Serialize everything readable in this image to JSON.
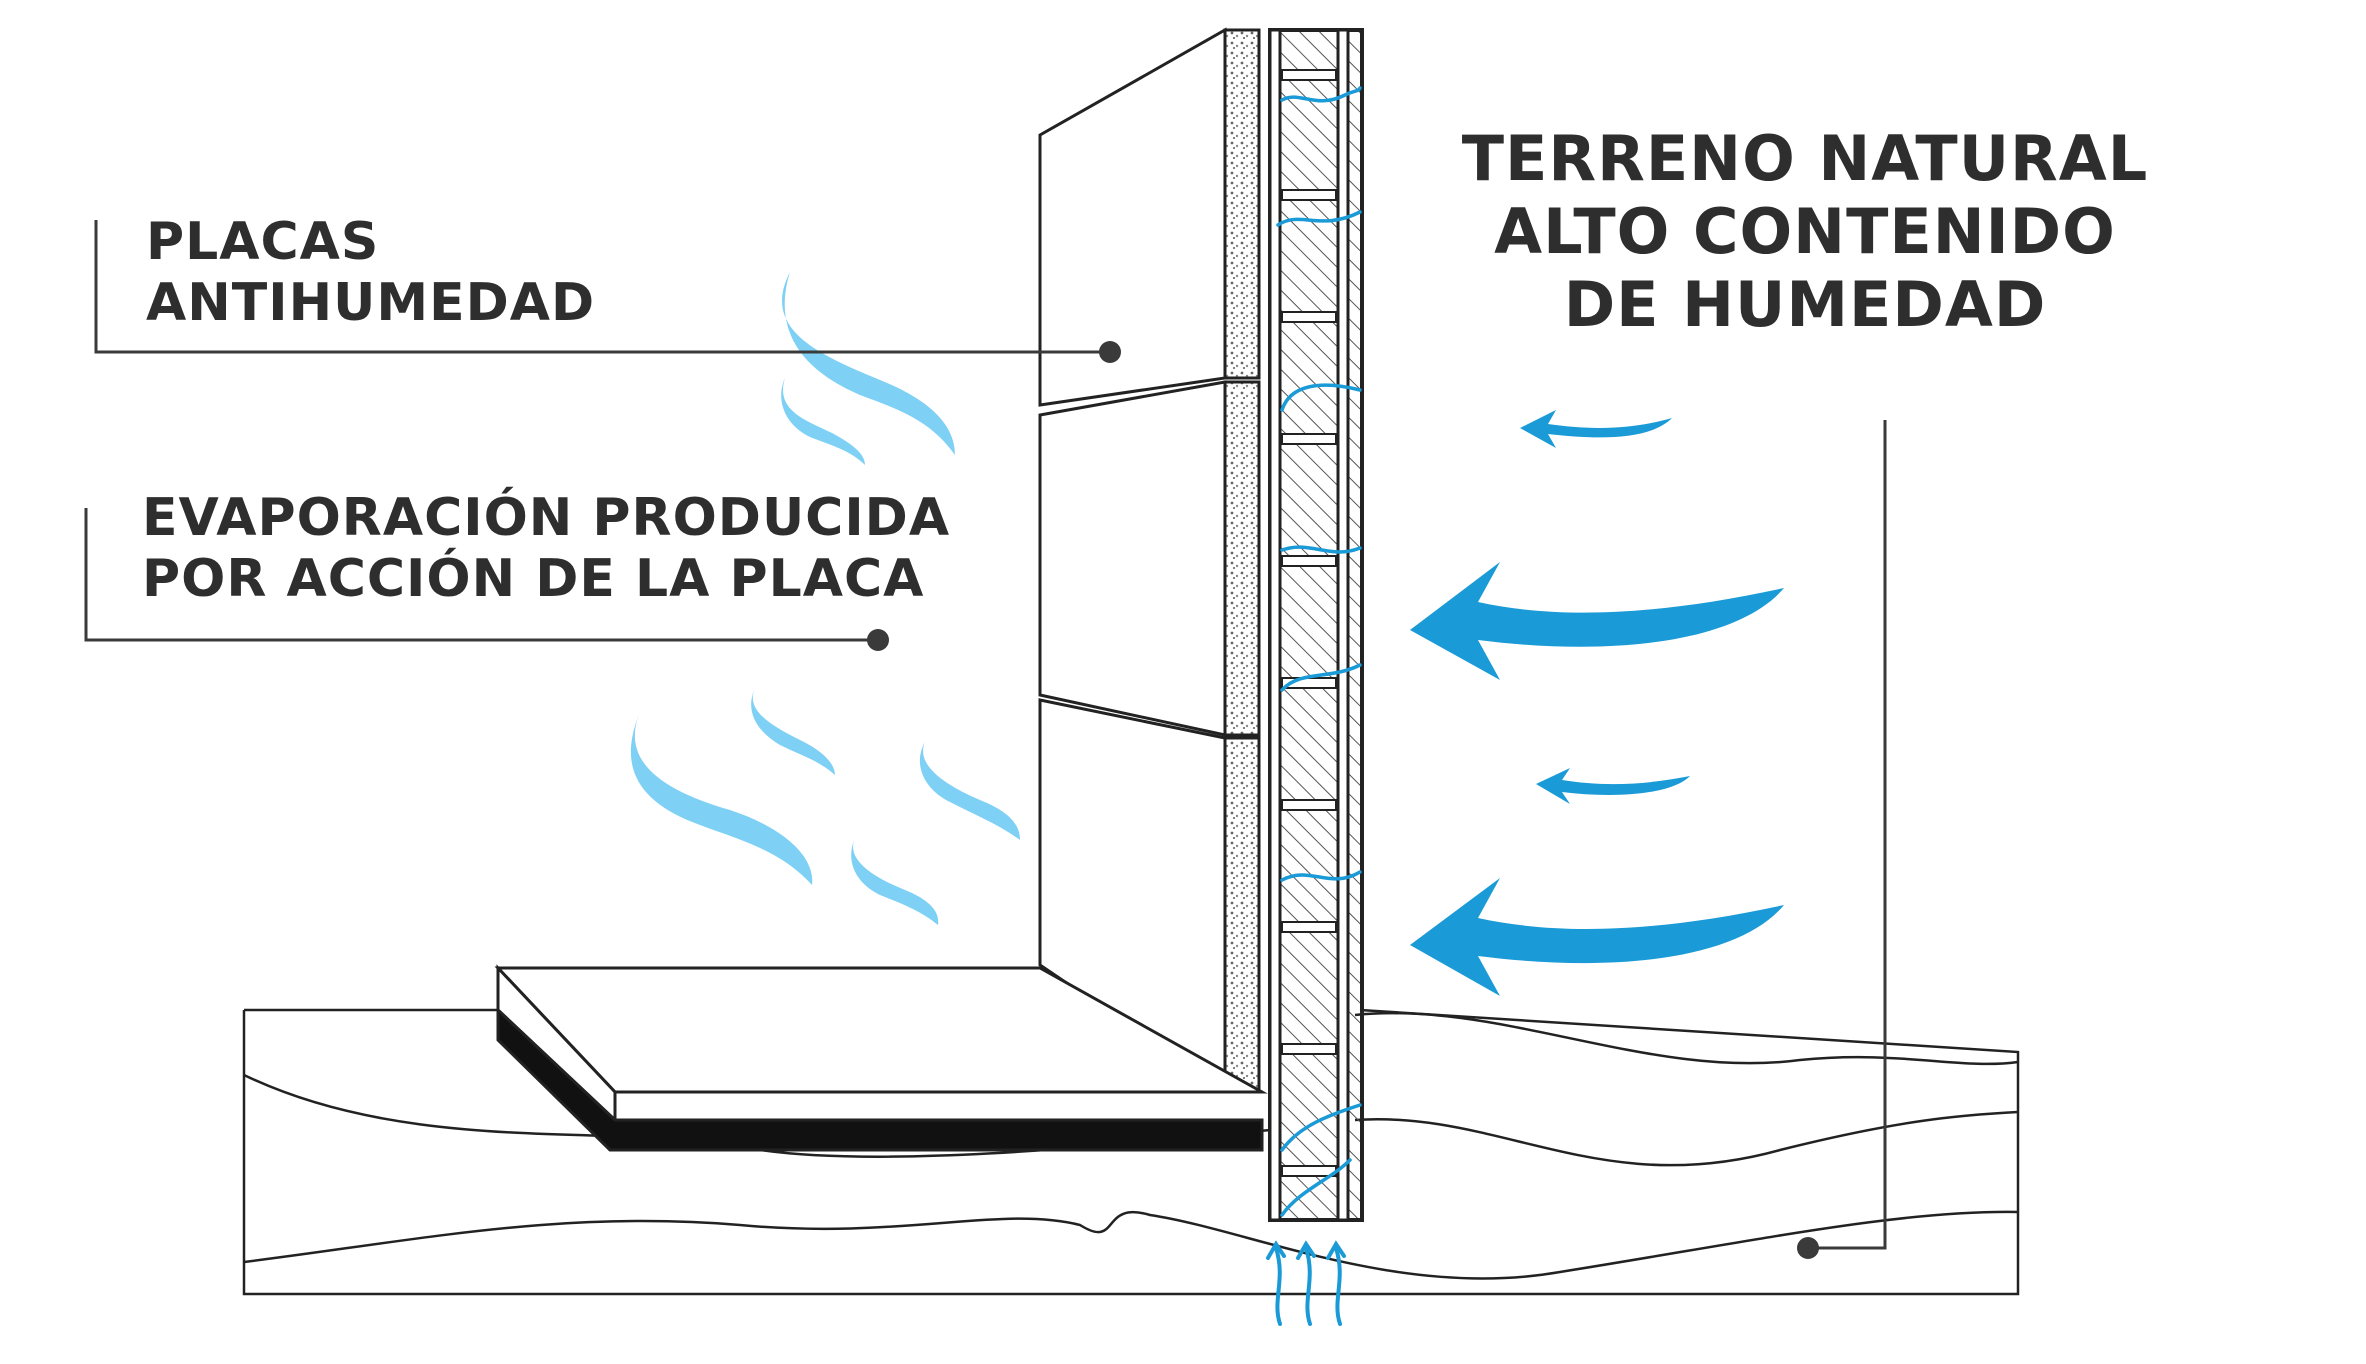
{
  "labels": {
    "placas": {
      "line1": "PLACAS",
      "line2": "ANTIHUMEDAD"
    },
    "evaporacion": {
      "line1": "EVAPORACIÓN PRODUCIDA",
      "line2": "POR ACCIÓN DE LA PLACA"
    },
    "terreno": {
      "line1": "TERRENO NATURAL",
      "line2": "ALTO CONTENIDO",
      "line3": "DE HUMEDAD"
    }
  },
  "colors": {
    "text": "#2e2e2e",
    "outline": "#222222",
    "moisture_arrow": "#1a9ad6",
    "vapor": "#7fd0f5",
    "leader_line": "#3a3a3a"
  },
  "icons": {
    "moisture_arrows": "arrow-left-wave",
    "vapor": "vapor-wave",
    "rising_moisture": "arrow-up-wave"
  }
}
